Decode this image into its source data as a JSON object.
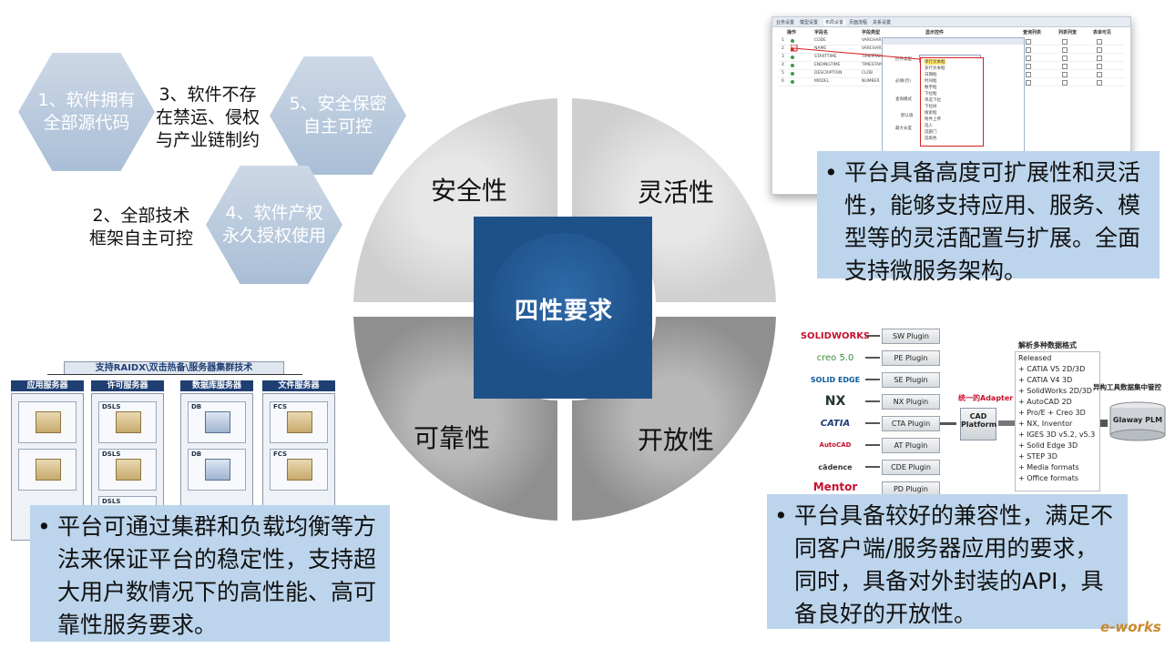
{
  "hexagons": [
    {
      "label": "1、软件拥有\n全部源代码"
    },
    {
      "label": "5、安全保密\n自主可控"
    },
    {
      "label": "4、软件产权\n永久授权使用"
    }
  ],
  "hex_texts": [
    {
      "label": "3、软件不存\n在禁运、侵权\n与产业链制约"
    },
    {
      "label": "2、全部技术\n框架自主可控"
    }
  ],
  "center": {
    "title": "四性要求"
  },
  "quadrants": {
    "top_left": "安全性",
    "top_right": "灵活性",
    "bottom_left": "可靠性",
    "bottom_right": "开放性"
  },
  "callouts": {
    "top_right": "平台具备高度可扩展性和灵活性，能够支持应用、服务、模型等的灵活配置与扩展。全面支持微服务架构。",
    "bottom_left": "平台可通过集群和负载均衡等方法来保证平台的稳定性，支持超大用户数情况下的高性能、高可靠性服务要求。",
    "bottom_right": "平台具备较好的兼容性，满足不同客户端/服务器应用的要求，同时，具备对外封装的API，具备良好的开放性。"
  },
  "config_screenshot": {
    "tabs": [
      "业务设置",
      "模型设置",
      "布局设置",
      "页面流程",
      "关系设置"
    ],
    "headers": [
      "操作",
      "字段名",
      "字段类型",
      "显示控件",
      "查询列表",
      "列表列宽",
      "表单可见"
    ],
    "rows": [
      [
        "1",
        "CODE",
        "VARCHAR2"
      ],
      [
        "2",
        "NAME",
        "VARCHAR2"
      ],
      [
        "3",
        "STARTTIME",
        "TIMESTAMP"
      ],
      [
        "4",
        "ENDINGTIME",
        "TIMESTAMP"
      ],
      [
        "5",
        "DESCRIPTION",
        "CLOB"
      ],
      [
        "6",
        "MODEL",
        "NUMBER"
      ]
    ],
    "form_labels": [
      "控件类型",
      "必填(否)",
      "查询模式",
      "默认值",
      "最大长度"
    ],
    "dropdown_options": [
      "单行文本框",
      "多行文本框",
      "日期框",
      "时间框",
      "数字框",
      "下拉框",
      "单选下拉",
      "下拉树",
      "搜索框",
      "附件上传",
      "选人",
      "选部门",
      "选角色"
    ]
  },
  "servers": {
    "title": "支持RAIDX\\双击热备\\服务器集群技术",
    "columns": [
      "应用服务器",
      "许可服务器",
      "数据库服务器",
      "文件服务器"
    ],
    "box_labels": [
      "DSLS",
      "DSLS",
      "DSLS",
      "DB",
      "DB",
      "FCS",
      "FCS"
    ]
  },
  "cad": {
    "logos": [
      "SOLIDWORKS",
      "creo 5.0",
      "SOLID EDGE",
      "NX",
      "CATIA",
      "AutoCAD",
      "cādence",
      "Mentor"
    ],
    "plugins": [
      "SW Plugin",
      "PE Plugin",
      "SE Plugin",
      "NX Plugin",
      "CTA Plugin",
      "AT Plugin",
      "CDE Plugin",
      "PD Plugin"
    ],
    "adapter_label": "统一的Adapter",
    "platform_label": "CAD\nPlatform",
    "formats_title": "解析多种数据格式",
    "formats": [
      "Released",
      "+ CATIA V5 2D/3D",
      "+ CATIA V4 3D",
      "+ SolidWorks 2D/3D",
      "+ AutoCAD 2D",
      "+ Pro/E + Creo 3D",
      "+ NX, Inventor",
      "+ IGES 3D v5.2, v5.3",
      "+ Solid Edge 3D",
      "+ STEP 3D",
      "+ Media formats",
      "+ Office formats"
    ],
    "hub_label": "异构工具数据集中管控",
    "plm_label": "Glaway PLM"
  },
  "watermark": "e-works",
  "colors": {
    "hex": "#b6c8dd",
    "center": "#1f5189",
    "callout": "#bcd5ec",
    "ring": "#d9d9d9"
  }
}
